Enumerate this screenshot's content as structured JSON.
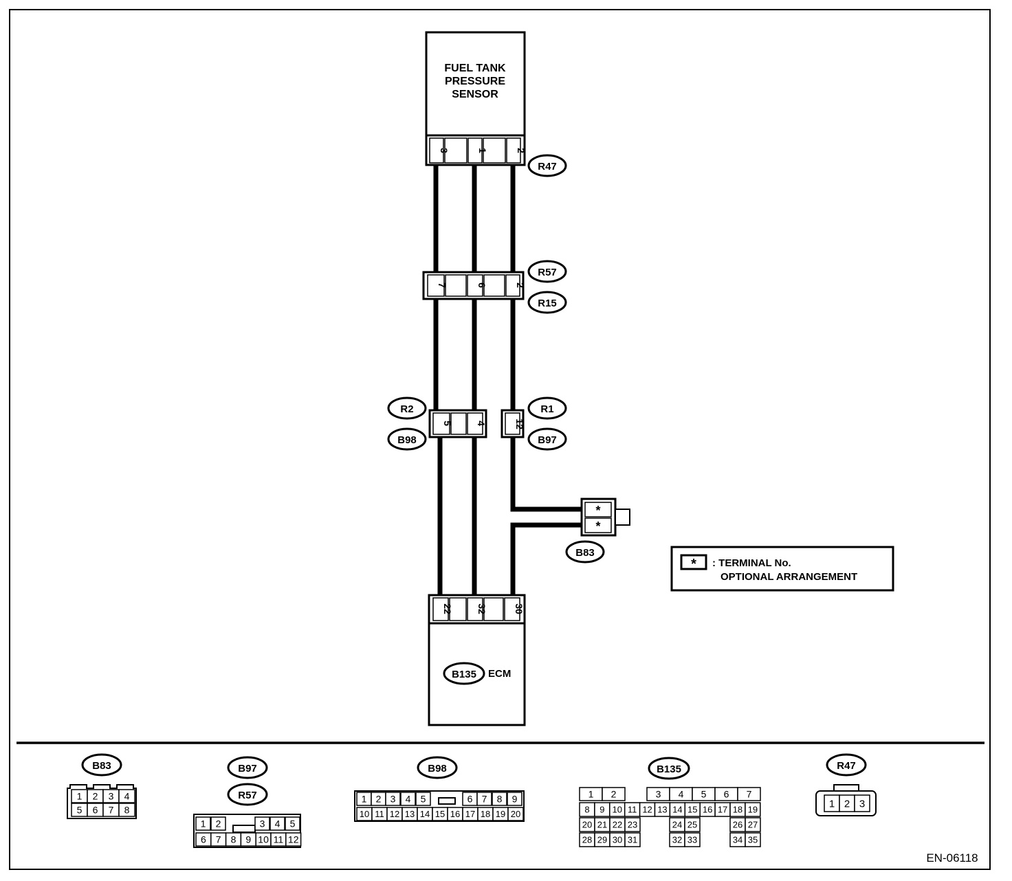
{
  "diagram": {
    "sensor_lines": [
      "FUEL TANK",
      "PRESSURE",
      "SENSOR"
    ],
    "ecm_label": "ECM",
    "doc_id": "EN-06118",
    "legend": {
      "symbol": "*",
      "line1": ": TERMINAL No.",
      "line2": "OPTIONAL ARRANGEMENT"
    },
    "connector_tags": {
      "r47": "R47",
      "r57": "R57",
      "r15": "R15",
      "r2": "R2",
      "b98": "B98",
      "r1": "R1",
      "b97": "B97",
      "b83": "B83",
      "b135": "B135"
    },
    "pins": {
      "r47": [
        "3",
        "1",
        "2"
      ],
      "r57": [
        "7",
        "6",
        "2"
      ],
      "b98": [
        "5",
        "4"
      ],
      "b97": [
        "12"
      ],
      "b83": [
        "*",
        "*"
      ],
      "b135": [
        "22",
        "32",
        "30"
      ]
    }
  },
  "connector_faces": [
    {
      "tags": [
        "B83"
      ],
      "rows": [
        [
          "1",
          "2",
          "3",
          "4"
        ],
        [
          "5",
          "6",
          "7",
          "8"
        ]
      ]
    },
    {
      "tags": [
        "B97",
        "R57"
      ],
      "rows": [
        [
          "1",
          "2",
          "3",
          "4",
          "5"
        ],
        [
          "6",
          "7",
          "8",
          "9",
          "10",
          "11",
          "12"
        ]
      ]
    },
    {
      "tags": [
        "B98"
      ],
      "rows": [
        [
          "1",
          "2",
          "3",
          "4",
          "5",
          "6",
          "7",
          "8",
          "9"
        ],
        [
          "10",
          "11",
          "12",
          "13",
          "14",
          "15",
          "16",
          "17",
          "18",
          "19",
          "20"
        ]
      ]
    },
    {
      "tags": [
        "B135"
      ],
      "rows": [
        [
          "1",
          "2",
          "3",
          "4",
          "5",
          "6",
          "7"
        ],
        [
          "8",
          "9",
          "10",
          "11",
          "12",
          "13",
          "14",
          "15",
          "16",
          "17",
          "18",
          "19"
        ],
        [
          "20",
          "21",
          "22",
          "23",
          "24",
          "25",
          "26",
          "27"
        ],
        [
          "28",
          "29",
          "30",
          "31",
          "32",
          "33",
          "34",
          "35"
        ]
      ]
    },
    {
      "tags": [
        "R47"
      ],
      "rows": [
        [
          "1",
          "2",
          "3"
        ]
      ]
    }
  ]
}
